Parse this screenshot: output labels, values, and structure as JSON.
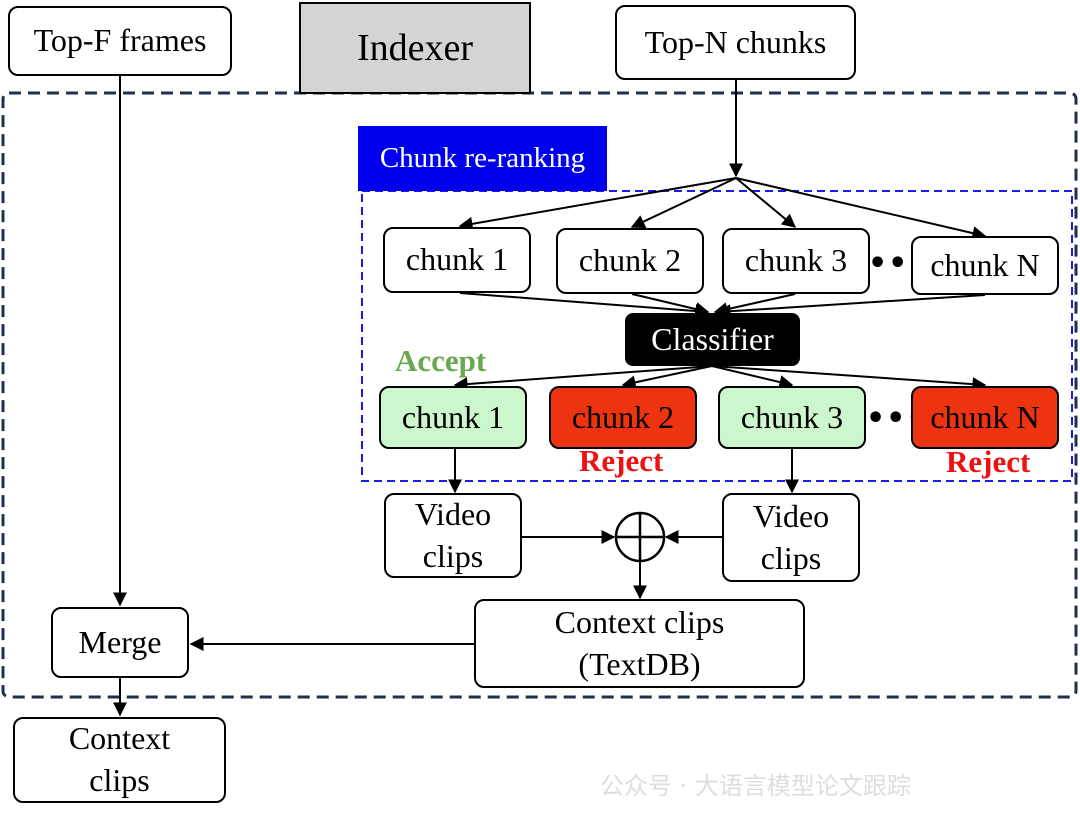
{
  "top_left_label": "Top-F frames",
  "indexer_label": "Indexer",
  "top_right_label": "Top-N chunks",
  "rerank_title": "Chunk re-ranking",
  "top_chunks": [
    "chunk 1",
    "chunk 2",
    "chunk 3",
    "chunk N"
  ],
  "ellipsis": "•••",
  "classifier_label": "Classifier",
  "accept_label": "Accept",
  "reject_label": "Reject",
  "result_chunks": [
    {
      "label": "chunk 1",
      "status": "accept"
    },
    {
      "label": "chunk 2",
      "status": "reject"
    },
    {
      "label": "chunk 3",
      "status": "accept"
    },
    {
      "label": "chunk N",
      "status": "reject"
    }
  ],
  "video_clips_label": "Video\nclips",
  "context_textdb_label": "Context clips\n(TextDB)",
  "merge_label": "Merge",
  "output_label": "Context\nclips",
  "watermark": "公众号 · 大语言模型论文跟踪",
  "colors": {
    "accept_fill": "#ccf6cc",
    "reject_fill": "#ee3311",
    "accept_text": "#6aa84f",
    "reject_text": "#ee1111",
    "rerank_blue": "#0000ee",
    "outer_dash": "#1f2f4f"
  }
}
